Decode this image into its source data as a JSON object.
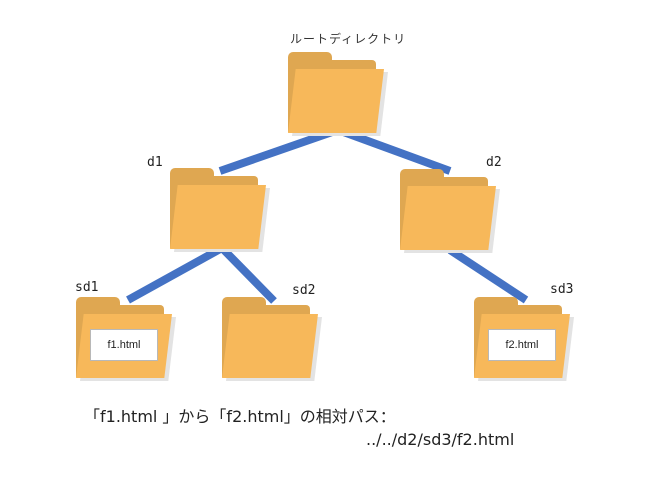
{
  "diagram": {
    "root": {
      "label": "ルートディレクトリ",
      "icon": "folder-icon"
    },
    "nodes": [
      {
        "id": "d1",
        "label": "d1",
        "parent": "root",
        "icon": "folder-icon"
      },
      {
        "id": "d2",
        "label": "d2",
        "parent": "root",
        "icon": "folder-icon"
      },
      {
        "id": "sd1",
        "label": "sd1",
        "parent": "d1",
        "icon": "folder-icon",
        "file": "f1.html"
      },
      {
        "id": "sd2",
        "label": "sd2",
        "parent": "d1",
        "icon": "folder-icon"
      },
      {
        "id": "sd3",
        "label": "sd3",
        "parent": "d2",
        "icon": "folder-icon",
        "file": "f2.html"
      }
    ],
    "colors": {
      "edge": "#4472c4",
      "folder_front": "#f7b85a",
      "folder_back": "#dfa751"
    },
    "caption": {
      "line1": "「f1.html 」から「f2.html」の相対パス：",
      "line2": "../../d2/sd3/f2.html"
    }
  }
}
